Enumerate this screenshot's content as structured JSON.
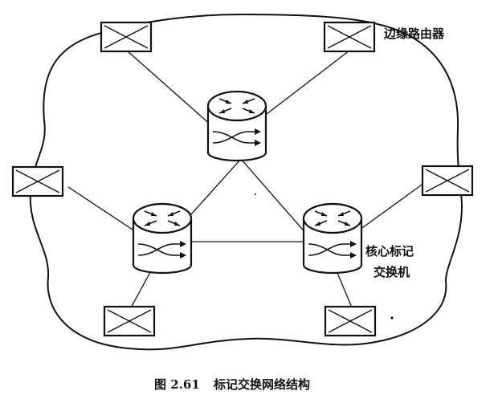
{
  "diagram": {
    "title": "标记交换网络结构",
    "labels": {
      "edge_router": "边缘路由器",
      "core_switch_line1": "核心标记",
      "core_switch_line2": "交换机"
    },
    "caption": {
      "number": "图 2.61",
      "text": "标记交换网络结构"
    },
    "nodes": {
      "core": [
        "core-top",
        "core-left",
        "core-right"
      ],
      "edge": [
        "edge-top-left",
        "edge-top-right",
        "edge-left",
        "edge-right",
        "edge-bottom-left",
        "edge-bottom-right"
      ]
    },
    "colors": {
      "ink": "#111111",
      "paper": "#ffffff"
    }
  }
}
